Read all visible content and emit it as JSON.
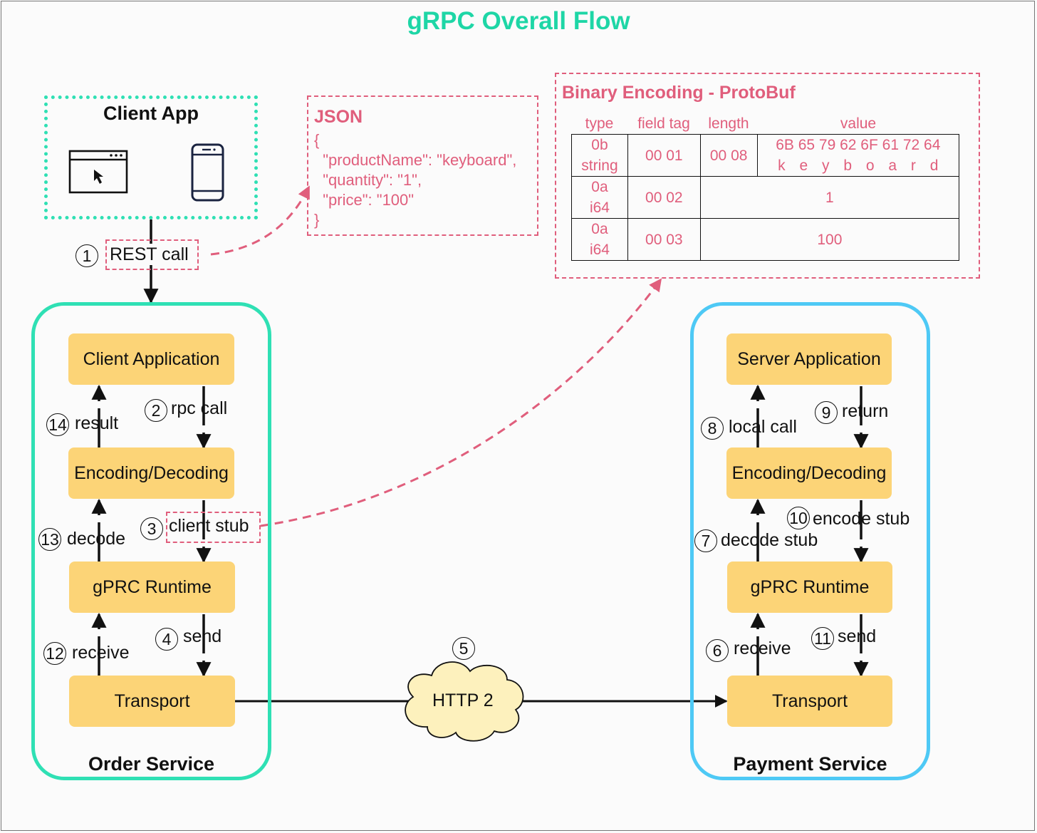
{
  "title": "gRPC Overall Flow",
  "client_app": {
    "title": "Client App",
    "icons": [
      "browser-window-icon",
      "smartphone-icon"
    ]
  },
  "rest_call": {
    "step": "1",
    "label": "REST call"
  },
  "json_box": {
    "title": "JSON",
    "lines": [
      "{",
      "  \"productName\": \"keyboard\",",
      "  \"quantity\": \"1\",",
      "  \"price\": \"100\"",
      "}"
    ]
  },
  "protobuf_box": {
    "title": "Binary Encoding - ProtoBuf",
    "headers": [
      "type",
      "field tag",
      "length",
      "value"
    ],
    "rows": [
      {
        "type": [
          "0b",
          "string"
        ],
        "field_tag": "00 01",
        "length": "00 08",
        "value_hex": "6B 65 79 62 6F 61 72 64",
        "value_chars": "k e y b o a r d"
      },
      {
        "type": [
          "0a",
          "i64"
        ],
        "field_tag": "00 02",
        "value": "1"
      },
      {
        "type": [
          "0a",
          "i64"
        ],
        "field_tag": "00 03",
        "value": "100"
      }
    ]
  },
  "order_service": {
    "label": "Order Service",
    "blocks": [
      "Client Application",
      "Encoding/Decoding",
      "gPRC Runtime",
      "Transport"
    ],
    "steps": {
      "rpc_call": {
        "num": "2",
        "label": "rpc call"
      },
      "client_stub": {
        "num": "3",
        "label": "client stub"
      },
      "send": {
        "num": "4",
        "label": "send"
      },
      "receive": {
        "num": "12",
        "label": "receive"
      },
      "decode": {
        "num": "13",
        "label": "decode"
      },
      "result": {
        "num": "14",
        "label": "result"
      }
    }
  },
  "network": {
    "num": "5",
    "label": "HTTP 2"
  },
  "payment_service": {
    "label": "Payment Service",
    "blocks": [
      "Server Application",
      "Encoding/Decoding",
      "gPRC Runtime",
      "Transport"
    ],
    "steps": {
      "receive": {
        "num": "6",
        "label": "receive"
      },
      "decode_stub": {
        "num": "7",
        "label": "decode stub"
      },
      "local_call": {
        "num": "8",
        "label": "local call"
      },
      "return": {
        "num": "9",
        "label": "return"
      },
      "encode_stub": {
        "num": "10",
        "label": "encode stub"
      },
      "send": {
        "num": "11",
        "label": "send"
      }
    }
  },
  "colors": {
    "teal": "#2fe0b4",
    "blue": "#4ec9f5",
    "pink": "#e05e7c",
    "block": "#fcd477",
    "cloud": "#fdf1bd"
  }
}
